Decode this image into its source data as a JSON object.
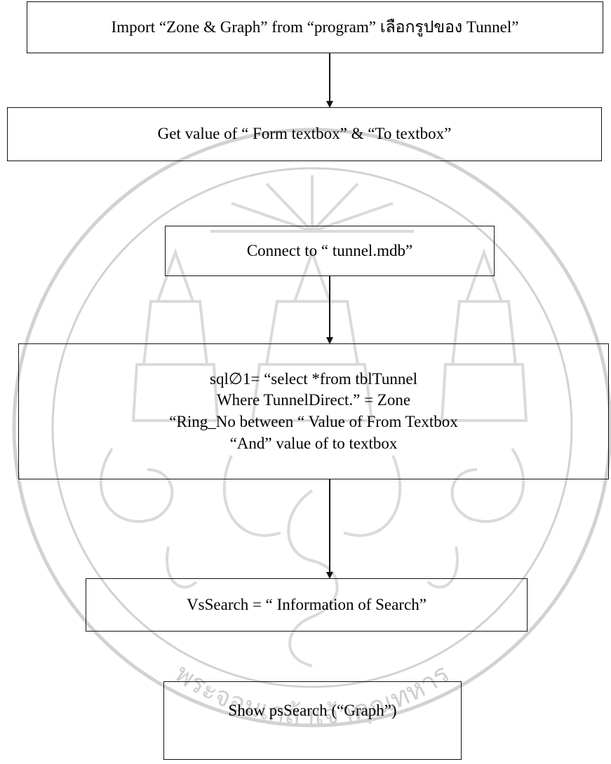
{
  "flowchart": {
    "nodes": [
      {
        "id": "import",
        "lines": [
          "Import “Zone & Graph” from “program” เลือกรูปของ Tunnel”"
        ]
      },
      {
        "id": "get_value",
        "lines": [
          "Get value of “ Form textbox” & “To textbox”"
        ]
      },
      {
        "id": "connect",
        "lines": [
          "Connect to “ tunnel.mdb”"
        ]
      },
      {
        "id": "sql",
        "lines": [
          "sql∅1= “select *from tblTunnel",
          "Where TunnelDirect.” = Zone",
          "“Ring_No between “ Value of From Textbox",
          "“And” value of to textbox"
        ]
      },
      {
        "id": "vssearch",
        "lines": [
          "VsSearch = “ Information of Search”"
        ]
      },
      {
        "id": "show",
        "lines": [
          "Show psSearch (“Graph”)"
        ]
      }
    ],
    "edges": [
      {
        "from": "import",
        "to": "get_value"
      },
      {
        "from": "connect",
        "to": "sql"
      },
      {
        "from": "sql",
        "to": "vssearch"
      }
    ]
  },
  "watermark": {
    "text": "พระจอมเกล้าเจ้าคุณทหาร",
    "color": "#cfcfcf"
  }
}
